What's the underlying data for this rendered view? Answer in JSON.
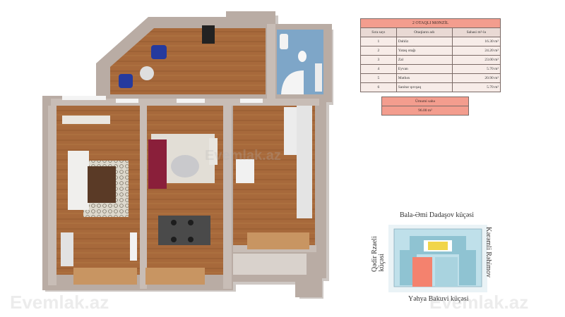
{
  "table": {
    "title": "2 OTAQLI MƏNZİL",
    "headers": [
      "Sıra sayı",
      "Otaqların adı",
      "Sahəsi m²-lə"
    ],
    "rows": [
      {
        "n": "1",
        "name": "Dəhliz",
        "area": "16.30 m²"
      },
      {
        "n": "2",
        "name": "Yataq otağı",
        "area": "24.20 m²"
      },
      {
        "n": "3",
        "name": "Zal",
        "area": "23.00 m²"
      },
      {
        "n": "4",
        "name": "Eyvan",
        "area": "5.70 m²"
      },
      {
        "n": "5",
        "name": "Mətbəx",
        "area": "20.90 m²"
      },
      {
        "n": "6",
        "name": "Sanitar qovşaq",
        "area": "5.70 m²"
      }
    ],
    "total_label": "Ümumi sahə",
    "total_value": "96.00 m²"
  },
  "map": {
    "street_top": "Bala-Əmi Dadaşov küçəsi",
    "street_bottom": "Yəhya Bakuvi küçəsi",
    "street_left_a": "Qədir Rzaeli",
    "street_left_b": "küçəsi",
    "street_right": "Kərəmli Rəhimov"
  },
  "watermarks": [
    "Evemlak.az",
    "Evemlak.az",
    "Evemlak.az"
  ],
  "colors": {
    "wall": "#b9aca4",
    "floor": "#a86a3c",
    "bath": "#7ea6c8",
    "accent": "#f39d8e",
    "highlight": "#f4826e",
    "building": "#8fc3d2"
  }
}
